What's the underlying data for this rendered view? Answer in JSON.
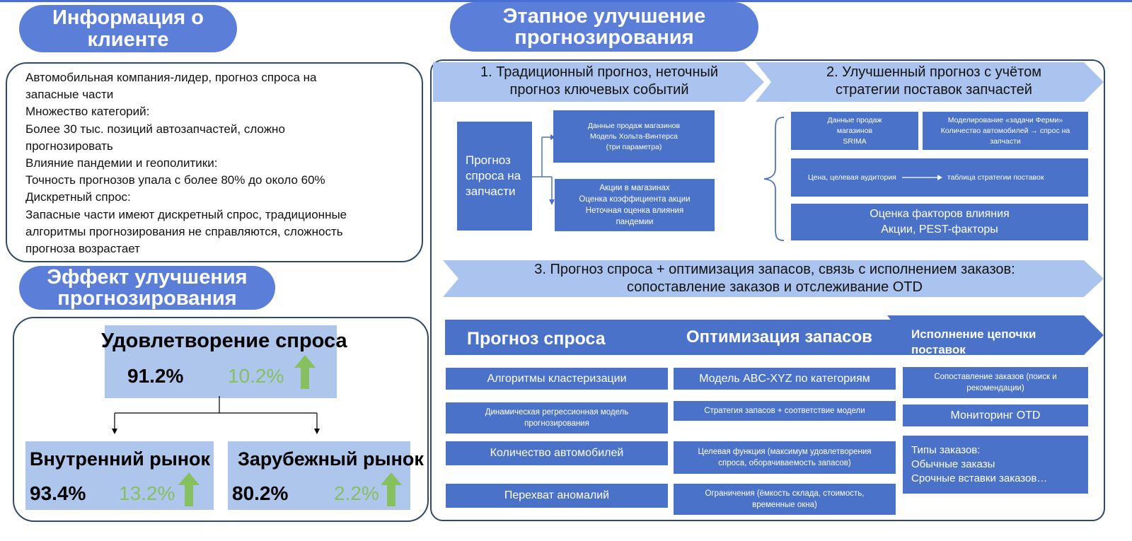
{
  "left": {
    "client_info_title": "Информация о клиенте",
    "client_info_lines": [
      "Автомобильная компания-лидер, прогноз спроса на",
      "запасные части",
      "Множество категорий:",
      "Более 30 тыс. позиций автозапчастей, сложно",
      "прогнозировать",
      "Влияние пандемии и геополитики:",
      "Точность прогнозов упала с более 80% до около 60%",
      "Дискретный спрос:",
      "Запасные части имеют дискретный спрос, традиционные",
      "алгоритмы прогнозирования не справляются, сложность",
      "прогноза возрастает"
    ],
    "effect_title": "Эффект улучшения прогнозирования",
    "satisfaction": {
      "title": "Удовлетворение спроса",
      "value": "91.2%",
      "gain": "10.2%"
    },
    "domestic": {
      "title": "Внутренний рынок",
      "value": "93.4%",
      "gain": "13.2%"
    },
    "foreign": {
      "title": "Зарубежный рынок",
      "value": "80.2%",
      "gain": "2.2%"
    }
  },
  "right": {
    "title": "Этапное улучшение прогнозирования",
    "stage1": {
      "arrow": "1. Традиционный прогноз, неточный прогноз ключевых событий",
      "main_box": "Прогноз спроса на запчасти",
      "box_top": "Данные продаж магазинов\nМодель Хольта-Винтерса\n(три параметра)",
      "box_bottom": "Акции в магазинах\nОценка коэффициента акции\nНеточная оценка влияния\nпандемии"
    },
    "stage2": {
      "arrow": "2. Улучшенный прогноз с учётом стратегии поставок запчастей",
      "box_sales": "Данные продаж\nмагазинов\nSRIMA",
      "box_fermi": "Моделирование «задачи Ферми»\nКоличество автомобилей → спрос на\nзапчасти",
      "box_price_left": "Цена, целевая аудитория",
      "box_price_right": "таблица стратегии поставок",
      "box_factors": "Оценка факторов влияния\nАкции, PEST-факторы"
    },
    "stage3": {
      "arrow": "3. Прогноз спроса + оптимизация запасов, связь с исполнением заказов:\nсопоставление заказов и отслеживание OTD",
      "col1_header": "Прогноз спроса",
      "col2_header": "Оптимизация запасов",
      "col3_header": "Исполнение цепочки поставок",
      "col1_items": [
        "Алгоритмы кластеризации",
        "Динамическая регрессионная модель\nпрогнозирования",
        "Количество автомобилей",
        "Перехват аномалий"
      ],
      "col2_items": [
        "Модель ABC-XYZ по категориям",
        "Стратегия запасов + соответствие модели",
        "Целевая функция (максимум удовлетворения\nспроса, оборачиваемость запасов)",
        "Ограничения (ёмкость склада, стоимость,\nвременные окна)"
      ],
      "col3_items": [
        "Сопоставление заказов (поиск и\nрекомендации)",
        "Мониторинг OTD",
        "Типы заказов:\nОбычные заказы\nСрочные вставки заказов…"
      ]
    }
  }
}
